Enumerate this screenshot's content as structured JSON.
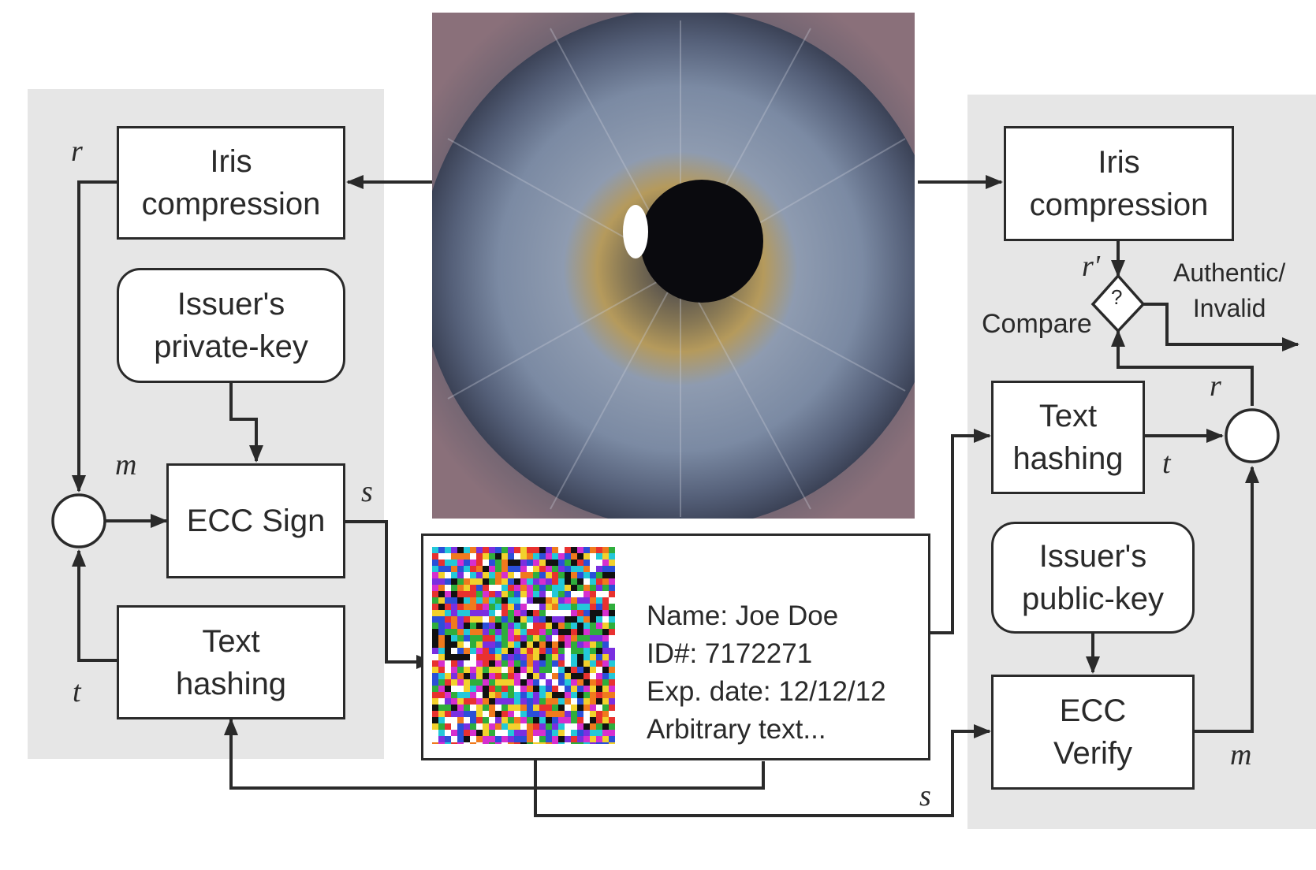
{
  "signer": {
    "iris_compression": [
      "Iris",
      "compression"
    ],
    "private_key": [
      "Issuer's",
      "private-key"
    ],
    "ecc_sign": "ECC Sign",
    "text_hashing": [
      "Text",
      "hashing"
    ],
    "var_r": "r",
    "var_m": "m",
    "var_s": "s",
    "var_t": "t"
  },
  "verifier": {
    "iris_compression": [
      "Iris",
      "compression"
    ],
    "text_hashing": [
      "Text",
      "hashing"
    ],
    "public_key": [
      "Issuer's",
      "public-key"
    ],
    "ecc_verify": [
      "ECC",
      "Verify"
    ],
    "compare_label": "Compare",
    "compare_symbol": "?",
    "result_label": [
      "Authentic/",
      "Invalid"
    ],
    "var_r_prime": "r'",
    "var_r": "r",
    "var_t": "t",
    "var_m": "m",
    "var_s": "s"
  },
  "card": {
    "lines": [
      "Name: Joe Doe",
      "ID#: 7172271",
      "Exp. date: 12/12/12",
      "Arbitrary text..."
    ]
  },
  "colors": {
    "panel": "#e6e6e6",
    "stroke": "#2a2a2a"
  }
}
